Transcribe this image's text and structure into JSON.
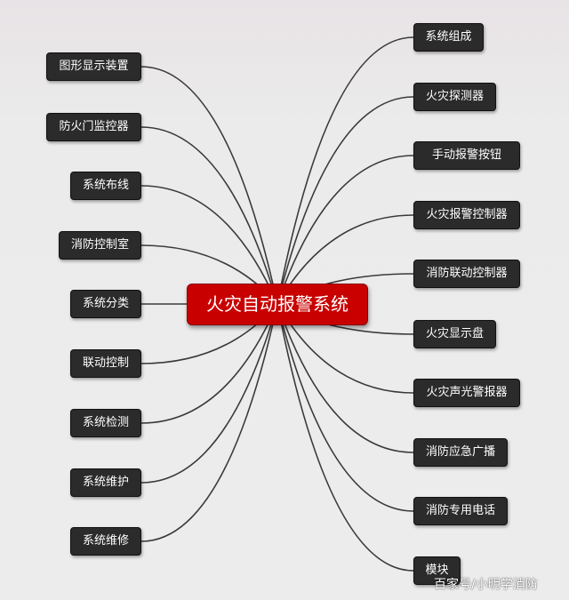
{
  "center": {
    "label": "火灾自动报警系统",
    "color": "#c90000"
  },
  "left_nodes": [
    {
      "label": "图形显示装置"
    },
    {
      "label": "防火门监控器"
    },
    {
      "label": "系统布线"
    },
    {
      "label": "消防控制室"
    },
    {
      "label": "系统分类"
    },
    {
      "label": "联动控制"
    },
    {
      "label": "系统检测"
    },
    {
      "label": "系统维护"
    },
    {
      "label": "系统维修"
    }
  ],
  "right_nodes": [
    {
      "label": "系统组成"
    },
    {
      "label": "火灾探测器"
    },
    {
      "label": "手动报警按钮"
    },
    {
      "label": "火灾报警控制器"
    },
    {
      "label": "消防联动控制器"
    },
    {
      "label": "火灾显示盘"
    },
    {
      "label": "火灾声光警报器"
    },
    {
      "label": "消防应急广播"
    },
    {
      "label": "消防专用电话"
    },
    {
      "label": "模块"
    }
  ],
  "node_color": "#2b2b2b",
  "line_color": "#3a3a3a",
  "watermark": "百家号/小明学消防"
}
